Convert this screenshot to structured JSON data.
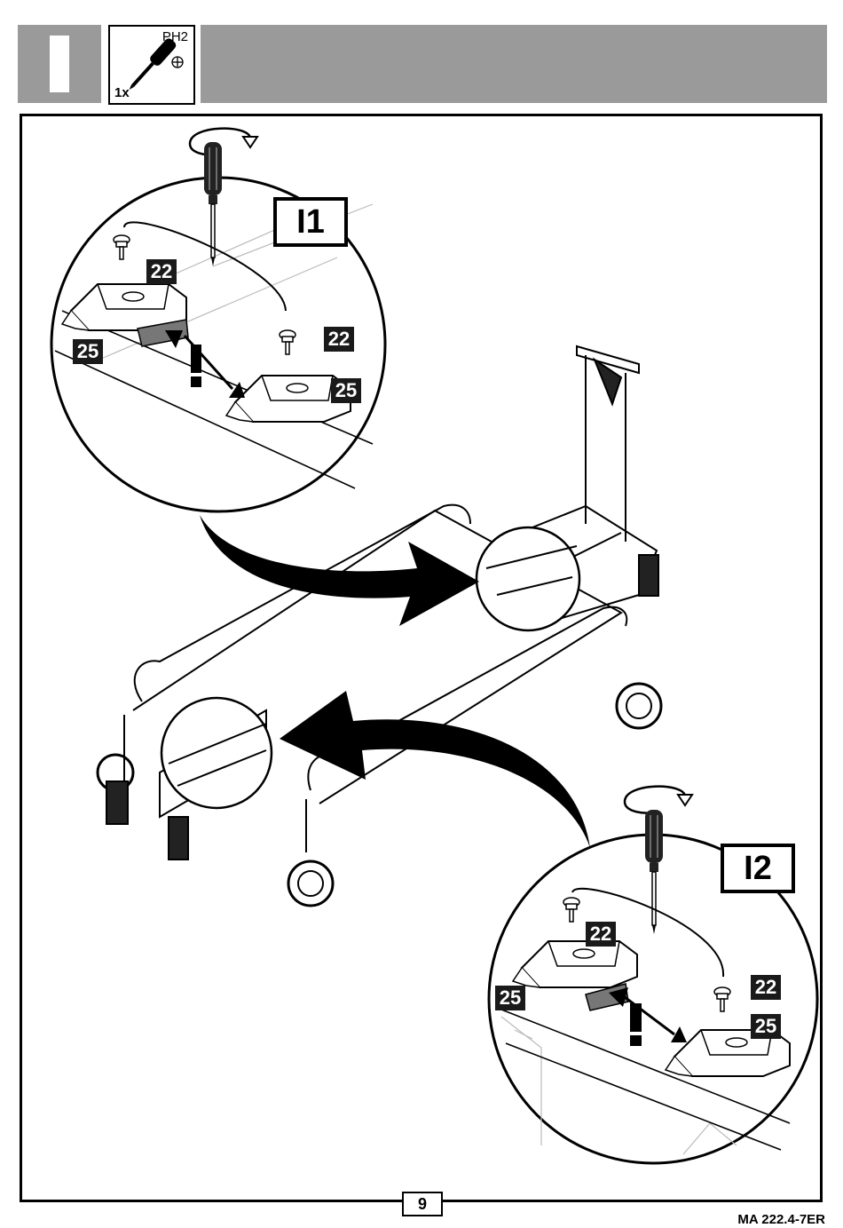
{
  "header": {
    "tool": "PH2",
    "quantity": "1x"
  },
  "details": {
    "i1": {
      "label": "I1",
      "screw_tag_left": "22",
      "screw_tag_right": "22",
      "base_tag_left": "25",
      "base_tag_right": "25"
    },
    "i2": {
      "label": "I2",
      "screw_tag_left": "22",
      "screw_tag_right": "22",
      "base_tag_left": "25",
      "base_tag_right": "25"
    }
  },
  "footer": {
    "page_number": "9",
    "document_code": "MA 222.4-7ER"
  },
  "icons": [
    "screwdriver-icon",
    "phillips-cross-icon",
    "rotate-arrow-icon",
    "warning-exclamation-icon"
  ]
}
